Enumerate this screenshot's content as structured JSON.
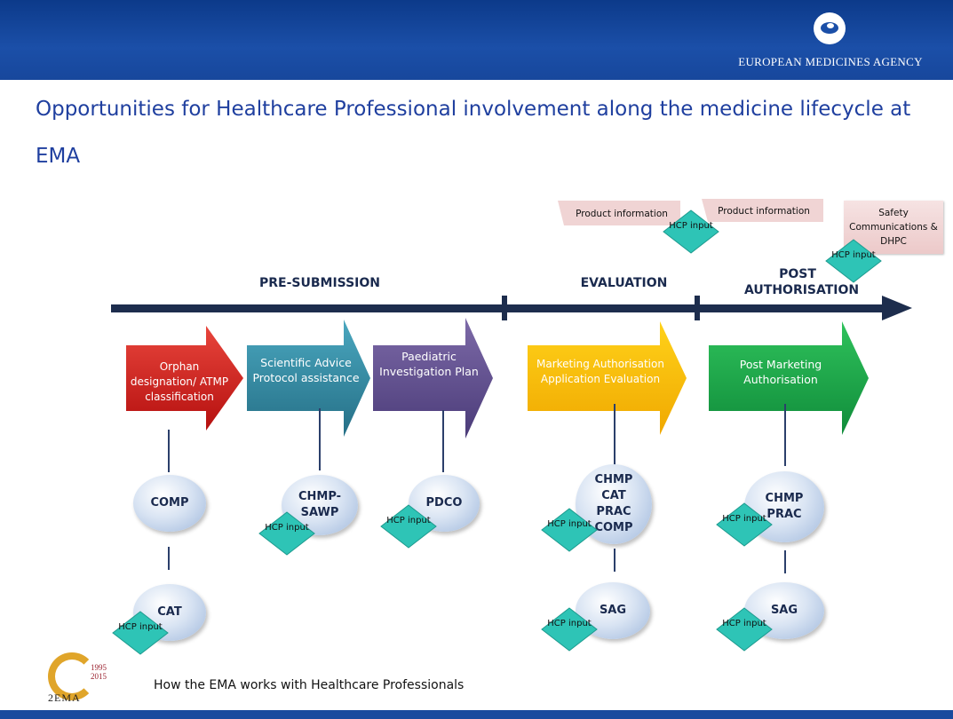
{
  "header": {
    "agency": "EUROPEAN MEDICINES AGENCY"
  },
  "title": "Opportunities for Healthcare Professional involvement along the medicine lifecycle at EMA",
  "footer": {
    "text": "How the EMA works with Healthcare Professionals",
    "anniversary_years": [
      "1995",
      "2015"
    ],
    "anniversary_label": "EMA",
    "anniversary_number": "2"
  },
  "phases": {
    "pre_submission": "PRE-SUBMISSION",
    "evaluation": "EVALUATION",
    "post_authorisation": "POST AUTHORISATION"
  },
  "product_info": [
    "Product information",
    "Product information"
  ],
  "safety": "Safety Communications & DHPC",
  "hcp_label": "HCP input",
  "stages": [
    {
      "label": "Orphan designation/ ATMP classification",
      "color": "#c8181e"
    },
    {
      "label": "Scientific Advice Protocol assistance",
      "color": "#2e8aa3"
    },
    {
      "label": "Paediatric Investigation Plan",
      "color": "#5a4a8a"
    },
    {
      "label": "Marketing Authorisation Application Evaluation",
      "color": "#f2b800"
    },
    {
      "label": "Post Marketing Authorisation",
      "color": "#1aa84a"
    }
  ],
  "committees": {
    "comp": "COMP",
    "cat": "CAT",
    "chmp_sawp": "CHMP- SAWP",
    "pdco": "PDCO",
    "eval": "CHMP CAT PRAC COMP",
    "post": "CHMP PRAC",
    "sag": "SAG"
  },
  "colors": {
    "timeline": "#1d2d4d",
    "hcp": "#2ec4b6",
    "title": "#1f3f9f",
    "header": "#1b4fa8"
  }
}
